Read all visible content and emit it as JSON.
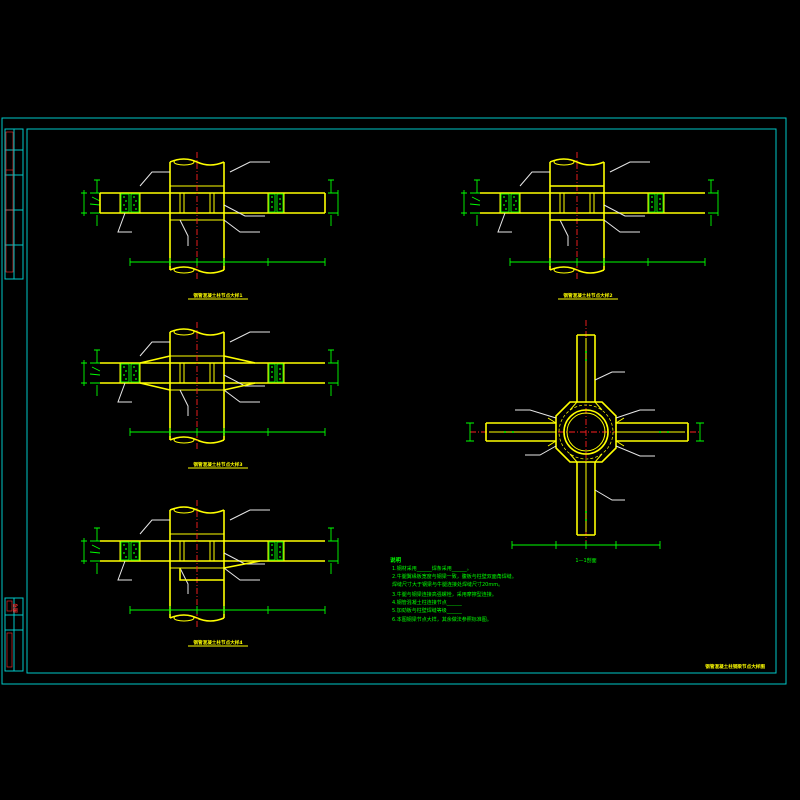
{
  "drawing": {
    "colors": {
      "background": "#000000",
      "border": "#00c8c8",
      "steel": "#ffff00",
      "dimension": "#00ff00",
      "annotation": "#e8e8e8",
      "centerline": "#ff2020"
    },
    "views": [
      {
        "id": "detail-1",
        "title": "钢管混凝土柱节点大样1"
      },
      {
        "id": "detail-2",
        "title": "钢管混凝土柱节点大样2"
      },
      {
        "id": "detail-3",
        "title": "钢管混凝土柱节点大样3"
      },
      {
        "id": "detail-4",
        "title": "钢管混凝土柱节点大样4"
      }
    ],
    "section": {
      "title": "1—1剖面",
      "cut_label": "1"
    },
    "notes": {
      "heading": "说明",
      "items": [
        "1.钢材采用______焊条采用______。",
        "2.牛腿翼缘板宽度与钢梁一致，腹板与柱壁双面角焊缝。",
        "  焊缝尺寸大于钢梁与牛腿连接处焊缝尺寸20mm。",
        "3.牛腿与钢梁连接高强螺栓，采用摩擦型连接。",
        "4.钢管混凝土柱连接节点______",
        "5.加劲板与柱壁焊缝等级______",
        "6.本图钢梁节点大样，其余做法参照标准图。"
      ]
    },
    "sheet_title": "钢管混凝土柱钢梁节点大样图",
    "title_block": {
      "label": "图号"
    }
  }
}
